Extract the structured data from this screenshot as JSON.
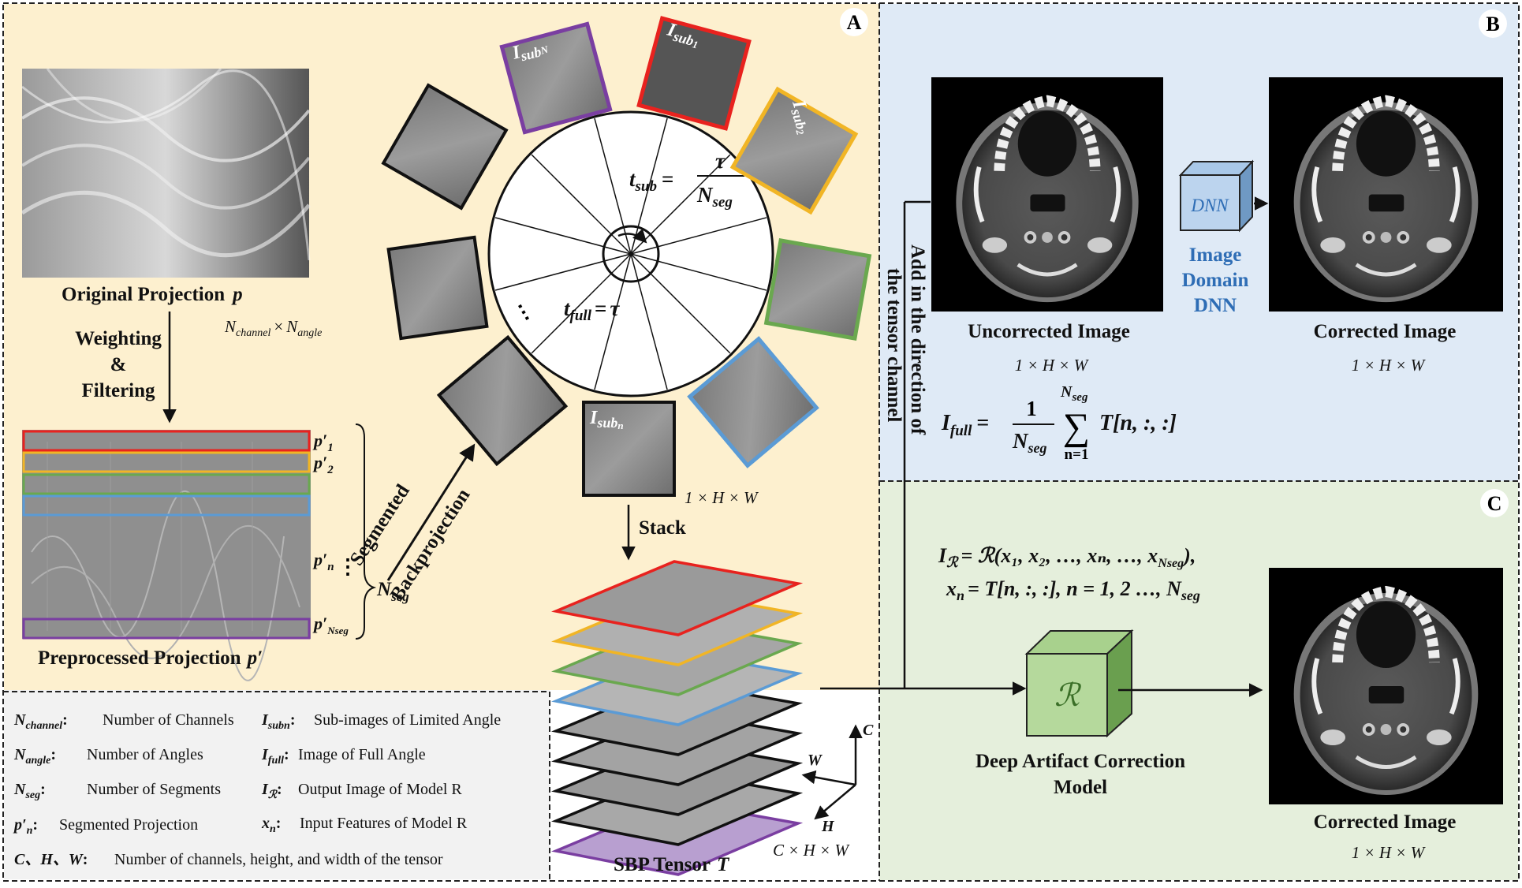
{
  "panels": {
    "a": {
      "letter": "A"
    },
    "b": {
      "letter": "B"
    },
    "c": {
      "letter": "C"
    }
  },
  "colors": {
    "panel_a_bg": "#fdf0cf",
    "panel_b_bg": "#dfeaf6",
    "panel_c_bg": "#e5efdc",
    "legend_bg": "#f2f2f2",
    "seg_red": "#e8221e",
    "seg_orange": "#f1b525",
    "seg_green": "#6aa84f",
    "seg_blue": "#5b9bd5",
    "seg_purple": "#7a3ea1"
  },
  "projection": {
    "original_title": "Original Projection",
    "original_symbol": "p",
    "original_dim": "N_channel × N_angle",
    "dim_n": "N",
    "dim_sub_channel": "channel",
    "dim_x": "×",
    "dim_sub_angle": "angle",
    "weighting_lines": [
      "Weighting",
      "&",
      "Filtering"
    ],
    "preprocessed_title": "Preprocessed Projection",
    "preprocessed_symbol": "p′",
    "seg_labels": [
      {
        "base": "p′",
        "sub": "1"
      },
      {
        "base": "p′",
        "sub": "2"
      },
      {
        "base": "p′",
        "sub": "n"
      },
      {
        "base": "p′",
        "sub": "Nseg"
      }
    ],
    "nseg_base": "N",
    "nseg_sub": "seg",
    "dots": "⋮"
  },
  "backprojection": {
    "line1": "Segmented",
    "line2": "Backprojection"
  },
  "wheel": {
    "t_sub_base": "t",
    "t_sub_sub": "sub",
    "eq": "=",
    "tau": "τ",
    "n_base": "N",
    "n_sub": "seg",
    "t_full_base": "t",
    "t_full_sub": "full",
    "dots": "⋯",
    "sub_labels": [
      {
        "base": "I",
        "sub": "sub",
        "idx": "N"
      },
      {
        "base": "I",
        "sub": "sub",
        "idx": "1"
      },
      {
        "base": "I",
        "sub": "sub",
        "idx": "2"
      },
      {
        "base": "I",
        "sub": "sub",
        "idx": "n"
      }
    ],
    "sub_dim": "1 × H × W"
  },
  "stack": {
    "label": "Stack",
    "tensor_title": "SBP Tensor",
    "tensor_symbol": "T",
    "tensor_dim": "C × H × W",
    "axis_c": "C",
    "axis_w": "W",
    "axis_h": "H"
  },
  "panel_b": {
    "uncorrected_title": "Uncorrected Image",
    "uncorrected_dim": "1 × H × W",
    "corrected_title": "Corrected Image",
    "corrected_dim": "1 × H × W",
    "dnn_box": "DNN",
    "dnn_caption": [
      "Image",
      "Domain",
      "DNN"
    ],
    "vertical_line1": "Add in the direction of",
    "vertical_line2": "the tensor channel",
    "ifull_base": "I",
    "ifull_sub": "full",
    "eq": "=",
    "frac_num": "1",
    "frac_den_base": "N",
    "frac_den_sub": "seg",
    "sum_sign": "∑",
    "sum_top_base": "N",
    "sum_top_sub": "seg",
    "sum_bottom": "n=1",
    "sum_term": "T[n, :, :]"
  },
  "panel_c": {
    "eq1_lhs_base": "I",
    "eq1_lhs_sub": "ℛ",
    "eq1_rhs": "= ℛ(x₁, x₂, …, xₙ, …, x",
    "eq1_rhs_sub": "Nseg",
    "eq1_tail": "),",
    "eq2_base": "x",
    "eq2_sub": "n",
    "eq2_rhs": "= T[n, :, :], n = 1, 2 …, N",
    "eq2_rhs_sub": "seg",
    "model_symbol": "ℛ",
    "model_title_lines": [
      "Deep Artifact Correction",
      "Model"
    ],
    "corrected_title": "Corrected Image",
    "corrected_dim": "1 × H × W"
  },
  "legend": {
    "items": [
      {
        "key": "N",
        "key_sub": "channel",
        "sep": ":",
        "text": "Number of Channels"
      },
      {
        "key": "I",
        "key_sub": "subn",
        "sep": ":",
        "text": "Sub-images of Limited Angle"
      },
      {
        "key": "N",
        "key_sub": "angle",
        "sep": ":",
        "text": "Number of Angles"
      },
      {
        "key": "I",
        "key_sub": "full",
        "sep": ":",
        "text": "Image of Full Angle"
      },
      {
        "key": "N",
        "key_sub": "seg",
        "sep": ":",
        "text": "Number of Segments"
      },
      {
        "key": "I",
        "key_sub": "ℛ",
        "sep": ":",
        "text": "Output Image of Model R"
      },
      {
        "key": "p′",
        "key_sub": "n",
        "sep": ":",
        "text": "Segmented Projection"
      },
      {
        "key": "x",
        "key_sub": "n",
        "sep": ":",
        "text": "Input Features of Model R"
      },
      {
        "key": "C、H、W",
        "key_sub": "",
        "sep": ":",
        "text": "Number of channels, height, and width of the tensor"
      }
    ]
  }
}
